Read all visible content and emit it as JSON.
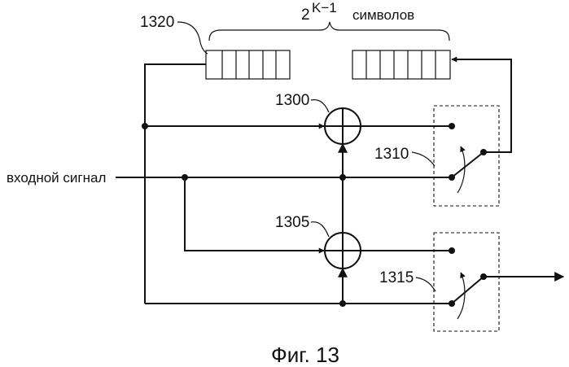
{
  "labels": {
    "shift_register": "1320",
    "symbols_base": "2",
    "symbols_exp": "K−1",
    "symbols_word": "символов",
    "adder_top": "1300",
    "adder_bottom": "1305",
    "switch_top": "1310",
    "switch_bottom": "1315",
    "input": "входной сигнал"
  },
  "caption": "Фиг. 13"
}
